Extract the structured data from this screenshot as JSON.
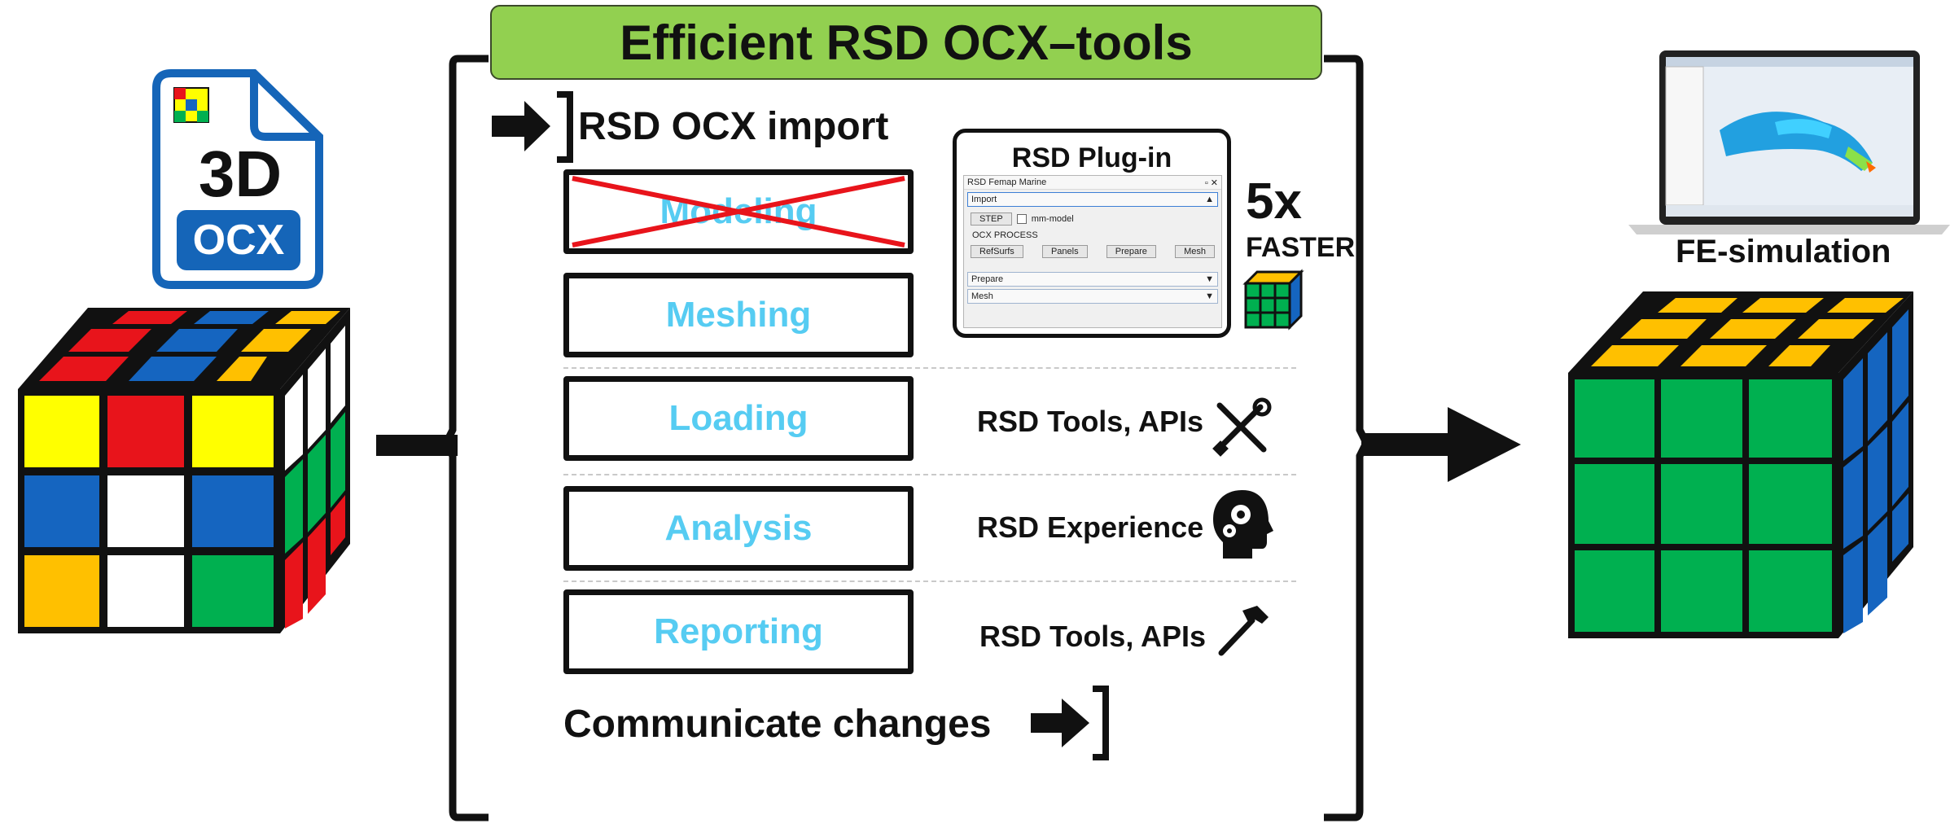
{
  "title": "Efficient RSD OCX–tools",
  "import_label": "RSD OCX import",
  "communicate_label": "Communicate changes",
  "steps": [
    {
      "label": "Modeling",
      "crossed": true
    },
    {
      "label": "Meshing"
    },
    {
      "label": "Loading"
    },
    {
      "label": "Analysis"
    },
    {
      "label": "Reporting"
    }
  ],
  "tools": {
    "loading": "RSD Tools, APIs",
    "analysis": "RSD Experience",
    "reporting": "RSD Tools, APIs"
  },
  "plugin": {
    "title": "RSD Plug-in",
    "window_title": "RSD Femap Marine",
    "import_bar": "Import",
    "step_button": "STEP",
    "mm_model": "mm-model",
    "ocx_process": "OCX PROCESS",
    "buttons": [
      "RefSurfs",
      "Panels",
      "Prepare",
      "Mesh"
    ],
    "prepare_bar": "Prepare",
    "mesh_bar": "Mesh"
  },
  "speed": {
    "value": "5x",
    "label": "FASTER"
  },
  "file_icon": {
    "line1": "3D",
    "line2": "OCX"
  },
  "fe_label": "FE-simulation",
  "colors": {
    "title_bg": "#92d050",
    "step_text": "#56ccf2",
    "cross": "#e8141b",
    "ocx_blue": "#1565b8",
    "cube_red": "#e8141b",
    "cube_yellow": "#ffff00",
    "cube_blue": "#1565c0",
    "cube_green": "#00b050",
    "cube_orange": "#ffc000"
  }
}
